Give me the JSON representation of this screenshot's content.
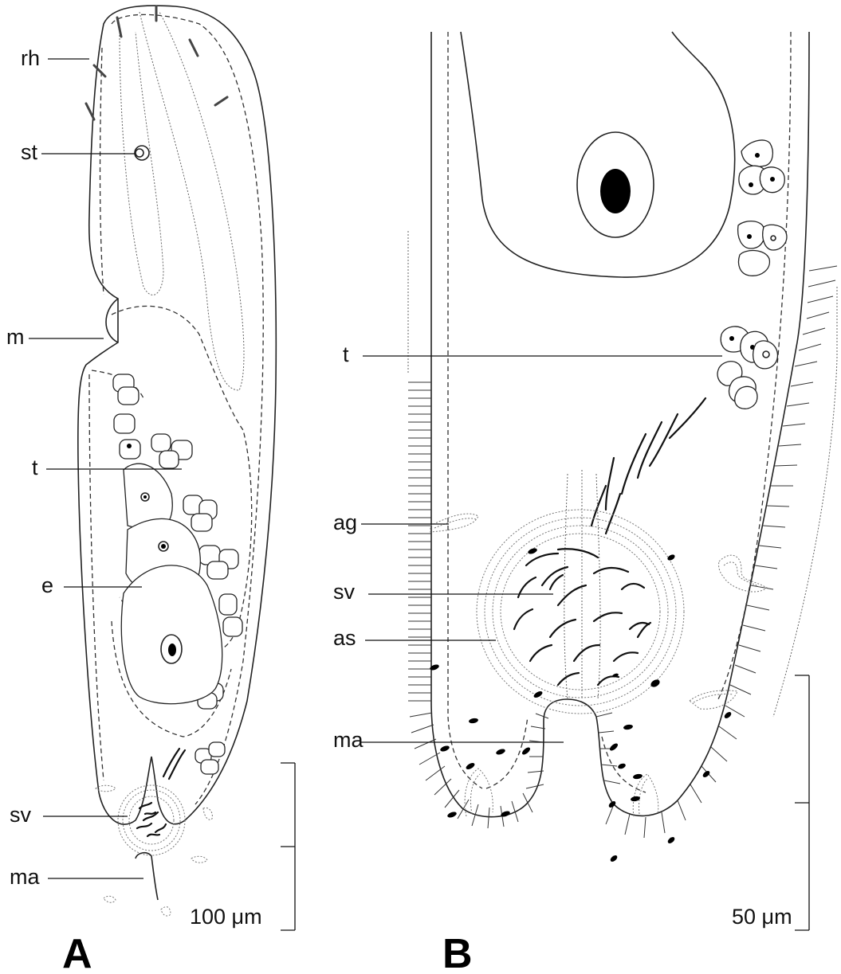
{
  "figure": {
    "panels": [
      {
        "id": "A",
        "label": "A",
        "labels": {
          "rh": "rh",
          "st": "st",
          "m": "m",
          "t": "t",
          "e": "e",
          "sv": "sv",
          "ma": "ma"
        },
        "scale_bar": "100 μm"
      },
      {
        "id": "B",
        "label": "B",
        "labels": {
          "t": "t",
          "ag": "ag",
          "sv": "sv",
          "as": "as",
          "ma": "ma"
        },
        "scale_bar": "50 μm"
      }
    ]
  }
}
